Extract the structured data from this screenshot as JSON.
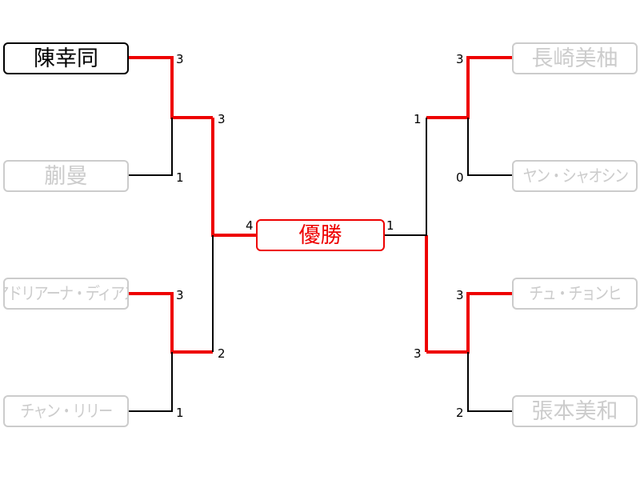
{
  "champion_label": "優勝",
  "colors": {
    "win_line": "#ee0000",
    "line": "#000000",
    "winner_border": "#000000",
    "box_border": "#cccccc"
  },
  "left": {
    "players": [
      {
        "name": "陳幸同",
        "winner": true
      },
      {
        "name": "蒯曼"
      },
      {
        "name": "アドリアーナ・ディアス"
      },
      {
        "name": "チャン・リリー"
      }
    ],
    "r1_scores": [
      "3",
      "1",
      "3",
      "1"
    ],
    "r2_scores": [
      "3",
      "2"
    ],
    "final_score": "4"
  },
  "right": {
    "players": [
      {
        "name": "長崎美柚"
      },
      {
        "name": "ヤン・シャオシン"
      },
      {
        "name": "チュ・チョンヒ"
      },
      {
        "name": "張本美和"
      }
    ],
    "r1_scores": [
      "3",
      "0",
      "3",
      "2"
    ],
    "r2_scores": [
      "1",
      "3"
    ],
    "final_score": "1"
  }
}
